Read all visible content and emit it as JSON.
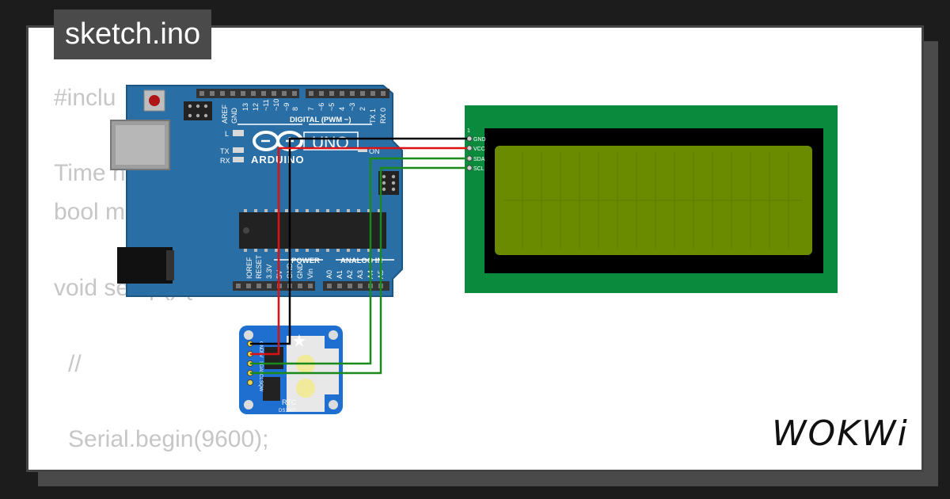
{
  "title_tag": "sketch.ino",
  "code_lines": [
    "#inclu",
    "Time n",
    "bool m",
    "void setup() {",
    "//",
    "Serial.begin(9600);"
  ],
  "logo_text": "WOKWi",
  "arduino": {
    "brand": "ARDUINO",
    "model": "UNO",
    "on_label": "ON",
    "digital_header": "DIGITAL (PWM ~)",
    "power_header": "POWER",
    "analog_header": "ANALOG IN",
    "led_L": "L",
    "led_tx": "TX",
    "led_rx": "RX",
    "top_pins": [
      "AREF",
      "GND",
      "13",
      "12",
      "~11",
      "~10",
      "~9",
      "8",
      "7",
      "~6",
      "~5",
      "4",
      "~3",
      "2",
      "TX 1",
      "RX 0"
    ],
    "power_pins": [
      "IOREF",
      "RESET",
      "3.3V",
      "5V",
      "GND",
      "GND",
      "Vin"
    ],
    "analog_pins": [
      "A0",
      "A1",
      "A2",
      "A3",
      "A4",
      "A5"
    ]
  },
  "lcd": {
    "pin_number": "1",
    "pins": [
      "GND",
      "VCC",
      "SDA",
      "SCL"
    ],
    "colors": {
      "board": "#0a8a3c",
      "bezel": "#000000",
      "screen": "#6a8a00"
    }
  },
  "rtc": {
    "label": "RTC",
    "chip": "DS1307",
    "pins": [
      "GND",
      "5V",
      "SDA",
      "SCL",
      "SQW"
    ]
  },
  "wire_colors": {
    "gnd": "#000000",
    "vcc": "#dd1111",
    "sda": "#1a8a1a",
    "scl": "#1a8a1a"
  }
}
